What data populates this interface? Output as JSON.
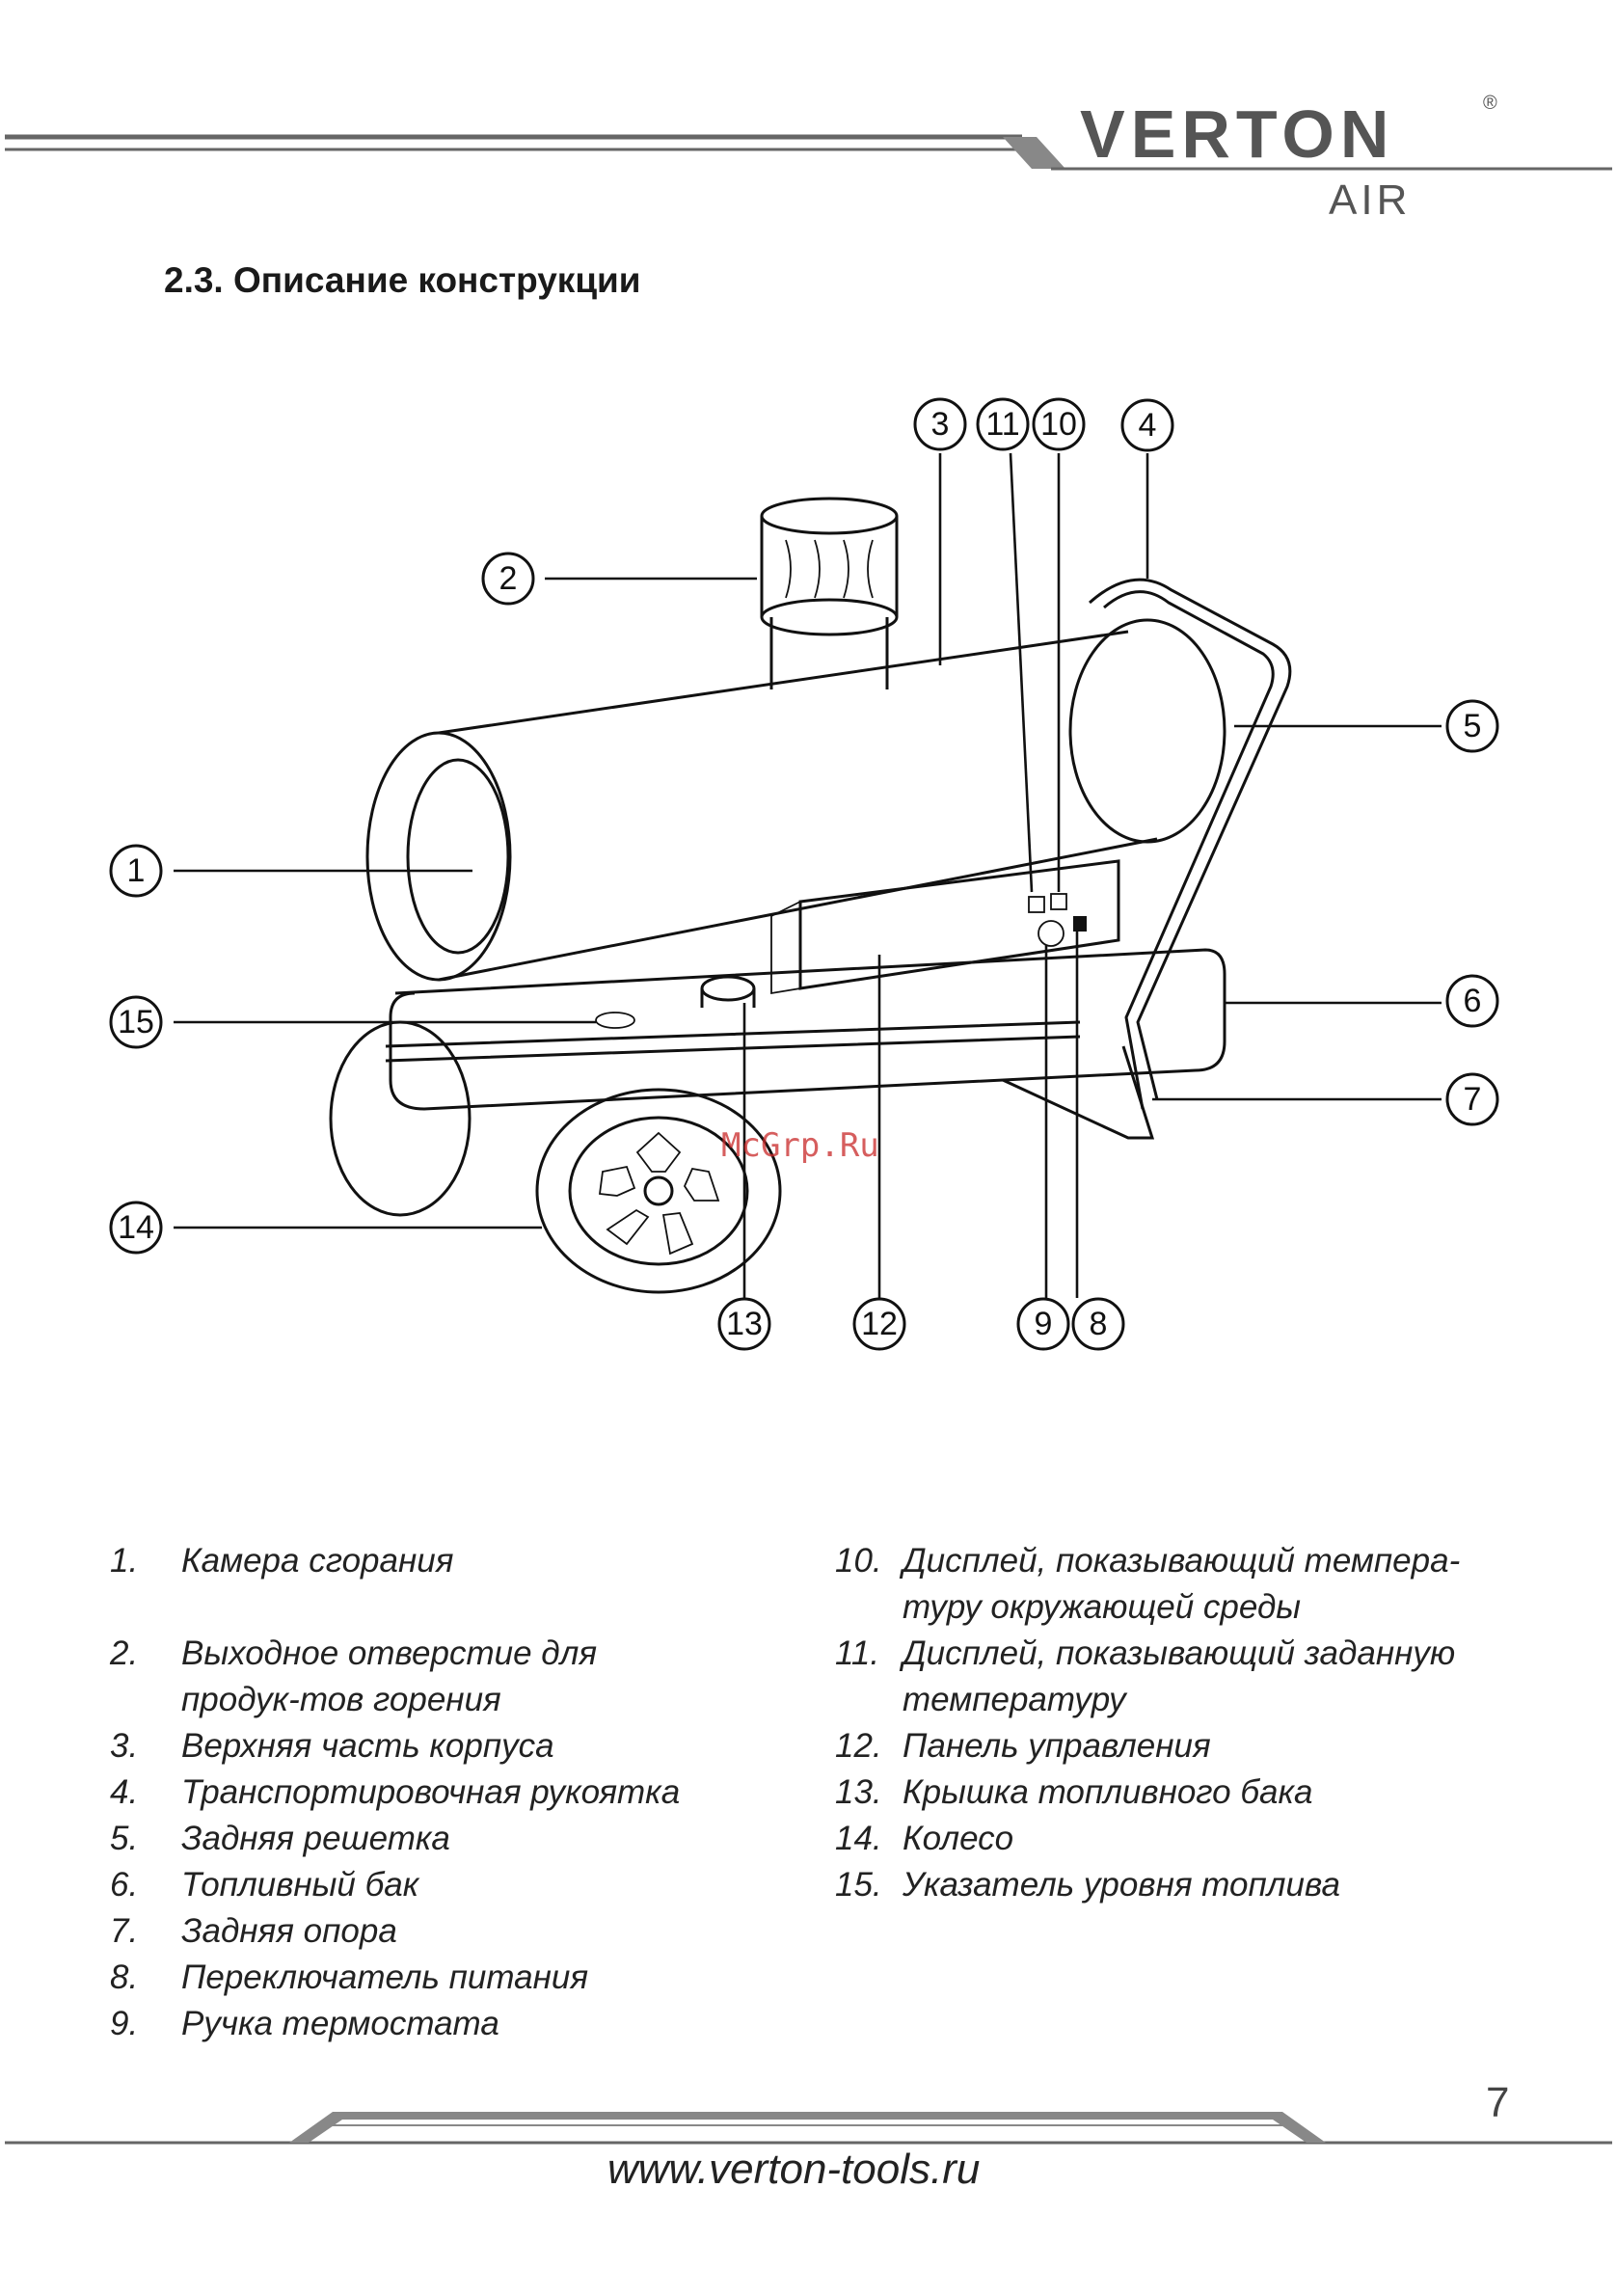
{
  "header": {
    "brand": "VERTON",
    "registered": "®",
    "sub_brand": "AIR"
  },
  "section": {
    "title": "2.3. Описание конструкции"
  },
  "diagram": {
    "callouts": [
      "1",
      "2",
      "3",
      "4",
      "5",
      "6",
      "7",
      "8",
      "9",
      "10",
      "11",
      "12",
      "13",
      "14",
      "15"
    ],
    "watermark": "McGrp.Ru"
  },
  "legend": {
    "left": [
      {
        "num": "1.",
        "text": "Камера сгорания"
      },
      {
        "num": "2.",
        "text": "Выходное отверстие для продук-тов горения"
      },
      {
        "num": "3.",
        "text": "Верхняя часть корпуса"
      },
      {
        "num": "4.",
        "text": "Транспортировочная рукоятка"
      },
      {
        "num": "5.",
        "text": "Задняя решетка"
      },
      {
        "num": "6.",
        "text": "Топливный бак"
      },
      {
        "num": "7.",
        "text": "Задняя опора"
      },
      {
        "num": "8.",
        "text": "Переключатель питания"
      },
      {
        "num": "9.",
        "text": "Ручка термостата"
      }
    ],
    "right": [
      {
        "num": "10.",
        "text": "Дисплей, показывающий темпера-туру окружающей среды"
      },
      {
        "num": "11.",
        "text": "Дисплей, показывающий заданную температуру"
      },
      {
        "num": "12.",
        "text": "Панель управления"
      },
      {
        "num": "13.",
        "text": "Крышка топливного бака"
      },
      {
        "num": "14.",
        "text": "Колесо"
      },
      {
        "num": "15.",
        "text": "Указатель уровня топлива"
      }
    ]
  },
  "footer": {
    "page_number": "7",
    "url": "www.verton-tools.ru"
  }
}
